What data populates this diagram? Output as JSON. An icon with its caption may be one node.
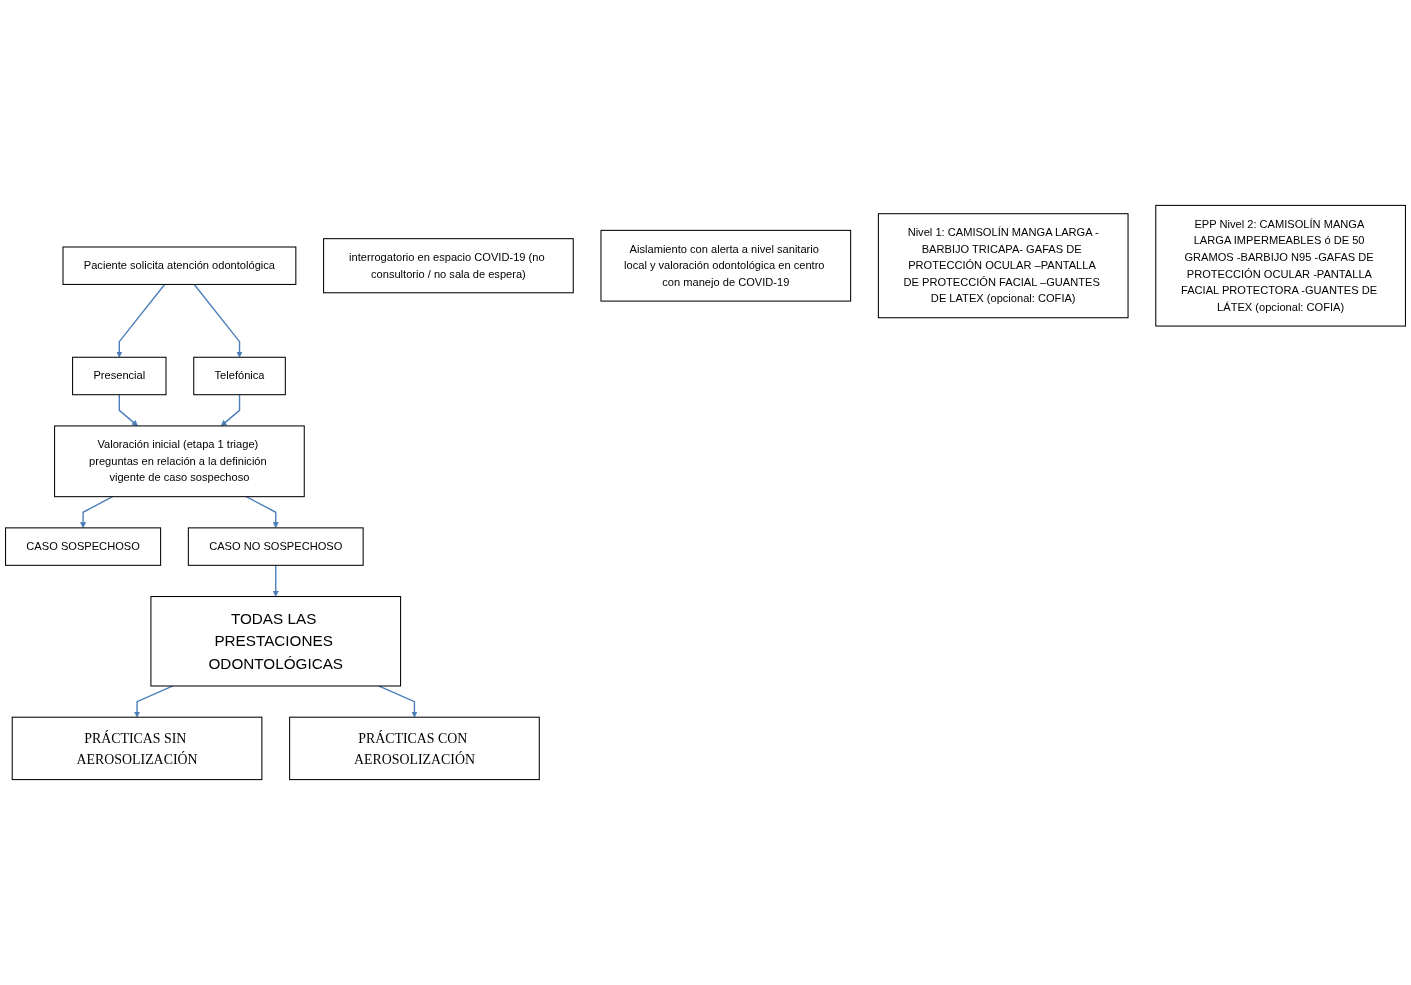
{
  "diagram": {
    "nodes": [
      {
        "text": [
          "Paciente solicita atención odontológica"
        ]
      },
      {
        "text": [
          "Presencial"
        ]
      },
      {
        "text": [
          "Valoración inicial (etapa 1 triage) preguntas en relación a la definición vigente de caso sospechoso"
        ]
      },
      {
        "text": [
          "Telefónica"
        ]
      },
      {
        "text": [
          "interrogatorio en espacio COVID-19 (no consultorio / no sala de espera)"
        ]
      },
      {
        "text": [
          "Aislamiento con alerta a nivel sanitario local y valoración odontológica en centro con manejo de COVID-19"
        ]
      },
      {
        "text": [
          "CASO SOSPECHOSO"
        ]
      },
      {
        "text": [
          "CASO NO SOSPECHOSO"
        ]
      },
      {
        "text": [
          "TODAS LAS PRESTACIONES ODONTOLÓGICAS"
        ]
      },
      {
        "text": [
          "PRÁCTICAS SIN AEROSOLIZACIÓN"
        ]
      },
      {
        "text": [
          "PRÁCTICAS CON AEROSOLIZACIÓN"
        ]
      },
      {
        "text": [
          "Nivel 1: CAMISOLÍN MANGA LARGA -BARBIJO TRICAPA- GAFAS DE PROTECCIÓN OCULAR –PANTALLA DE PROTECCIÓN FACIAL –GUANTES DE LATEX (opcional: COFIA)"
        ]
      },
      {
        "text": [
          "EPP Nivel 2: CAMISOLÍN MANGA LARGA IMPERMEABLES ó DE 50 GRAMOS -BARBIJO N95 -GAFAS DE PROTECCIÓN OCULAR -PANTALLA FACIAL PROTECTORA -GUANTES DE LÁTEX (opcional: COFIA)"
        ]
      }
    ],
    "edges": [
      {
        "from": 0,
        "to": 1,
        "arrow": "to"
      },
      {
        "from": 0,
        "to": 3,
        "arrow": "to"
      },
      {
        "from": 1,
        "to": 2,
        "arrow": "to"
      },
      {
        "from": 3,
        "to": 2,
        "arrow": "to"
      },
      {
        "from": 2,
        "to": 7,
        "arrow": "to"
      },
      {
        "from": 2,
        "to": 6,
        "arrow": "to"
      },
      {
        "from": 7,
        "to": 8,
        "arrow": "to"
      },
      {
        "from": 8,
        "to": 9,
        "arrow": "to"
      },
      {
        "from": 8,
        "to": 10,
        "arrow": "to"
      }
    ]
  }
}
